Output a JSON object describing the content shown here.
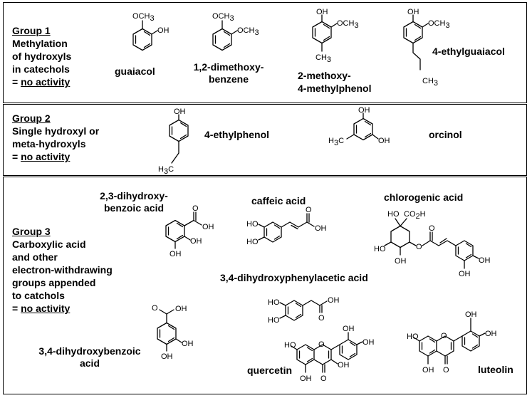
{
  "groups": [
    {
      "title": "Group 1",
      "lines": [
        "Methylation",
        "of hydroxyls",
        "in catechols"
      ],
      "eq": "= ",
      "result": "no activity",
      "compounds": [
        "guaiacol",
        "1,2-dimethoxy-\nbenzene",
        "2-methoxy-\n4-methylphenol",
        "4-ethylguaiacol"
      ]
    },
    {
      "title": "Group 2",
      "lines": [
        "Single hydroxyl or",
        "meta-hydroxyls"
      ],
      "eq": "= ",
      "result": "no activity",
      "compounds": [
        "4-ethylphenol",
        "orcinol"
      ]
    },
    {
      "title": "Group 3",
      "lines": [
        "Carboxylic acid",
        "and other",
        "electron-withdrawing",
        "groups appended",
        "to catchols"
      ],
      "eq": "= ",
      "result": "no activity",
      "compounds": [
        "2,3-dihydroxy-\nbenzoic acid",
        "caffeic acid",
        "chlorogenic acid",
        "3,4-dihydroxyphenylacetic acid",
        "3,4-dihydroxybenzoic\nacid",
        "quercetin",
        "luteolin"
      ]
    }
  ],
  "atoms": {
    "OH": "OH",
    "OCH3": "OCH",
    "sub3": "3",
    "CH3": "CH",
    "H3C": "H",
    "C": "C",
    "HO": "HO",
    "CO2H": "CO",
    "sub2": "2",
    "H": "H",
    "O": "O"
  }
}
